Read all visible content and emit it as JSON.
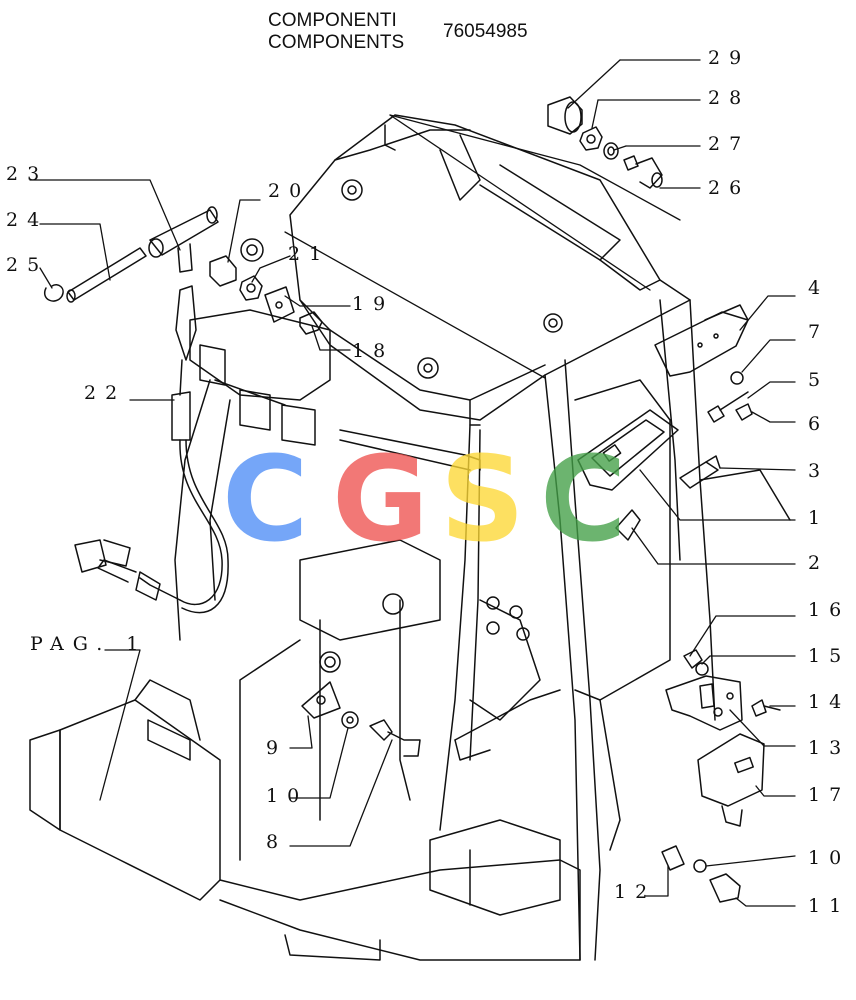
{
  "header": {
    "title_it": "COMPONENTI",
    "title_en": "COMPONENTS",
    "part_number": "76054985"
  },
  "page_ref": "PAG. 1",
  "watermark": {
    "letters": [
      "C",
      "G",
      "S",
      "C"
    ],
    "colors": [
      "#4f8ef7",
      "#ef5350",
      "#fdd835",
      "#43a047"
    ]
  },
  "callouts": [
    {
      "id": "c1",
      "label": "1"
    },
    {
      "id": "c2",
      "label": "2"
    },
    {
      "id": "c3",
      "label": "3"
    },
    {
      "id": "c4",
      "label": "4"
    },
    {
      "id": "c5",
      "label": "5"
    },
    {
      "id": "c6",
      "label": "6"
    },
    {
      "id": "c7",
      "label": "7"
    },
    {
      "id": "c8",
      "label": "8"
    },
    {
      "id": "c9",
      "label": "9"
    },
    {
      "id": "c10a",
      "label": "10"
    },
    {
      "id": "c10b",
      "label": "10"
    },
    {
      "id": "c11",
      "label": "11"
    },
    {
      "id": "c12",
      "label": "12"
    },
    {
      "id": "c13",
      "label": "13"
    },
    {
      "id": "c14",
      "label": "14"
    },
    {
      "id": "c15",
      "label": "15"
    },
    {
      "id": "c16",
      "label": "16"
    },
    {
      "id": "c17",
      "label": "17"
    },
    {
      "id": "c18",
      "label": "18"
    },
    {
      "id": "c19",
      "label": "19"
    },
    {
      "id": "c20",
      "label": "20"
    },
    {
      "id": "c21",
      "label": "21"
    },
    {
      "id": "c22",
      "label": "22"
    },
    {
      "id": "c23",
      "label": "23"
    },
    {
      "id": "c24",
      "label": "24"
    },
    {
      "id": "c25",
      "label": "25"
    },
    {
      "id": "c26",
      "label": "26"
    },
    {
      "id": "c27",
      "label": "27"
    },
    {
      "id": "c28",
      "label": "28"
    },
    {
      "id": "c29",
      "label": "29"
    }
  ]
}
